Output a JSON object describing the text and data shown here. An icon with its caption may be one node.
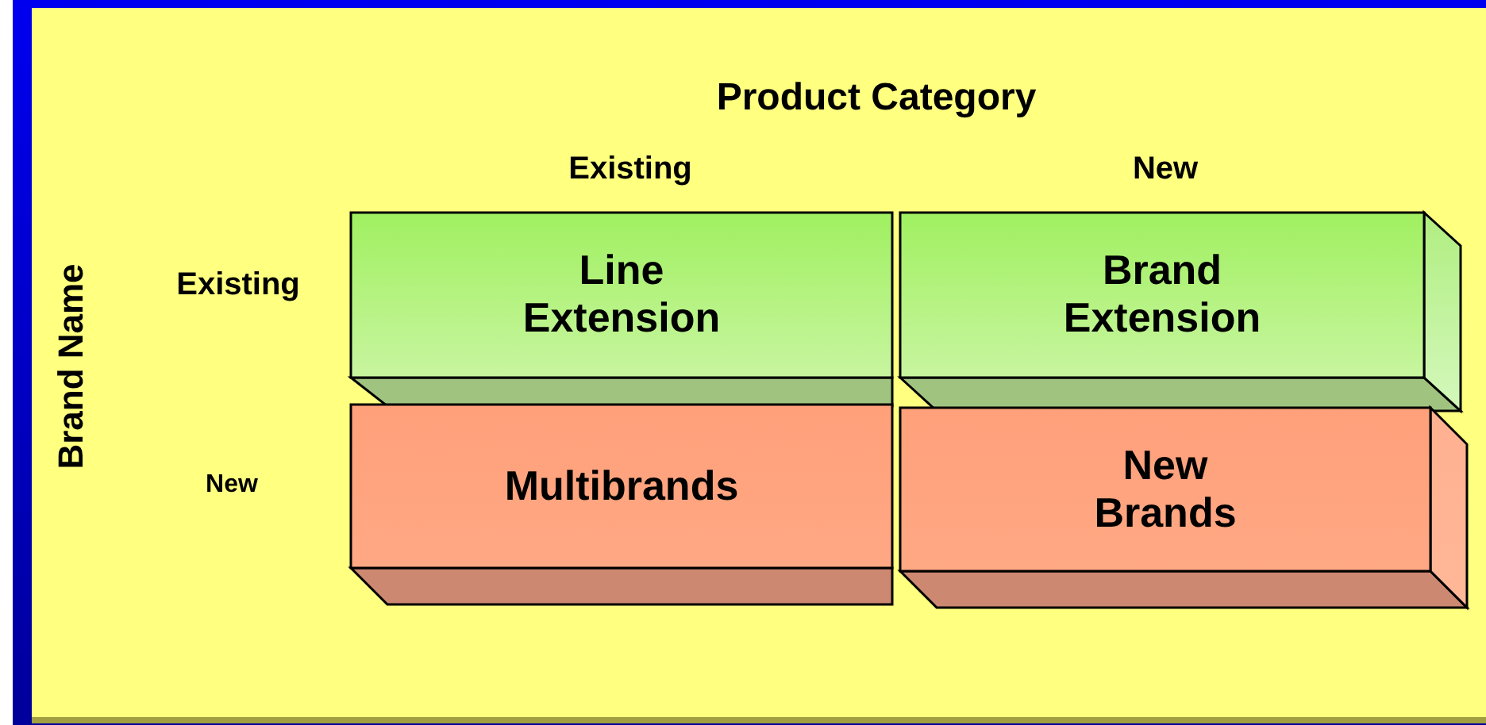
{
  "diagram": {
    "nodes": [
      {
        "text": [
          "Line Extension"
        ]
      },
      {
        "text": [
          "Brand Extension"
        ]
      },
      {
        "text": [
          "Multibrands"
        ]
      },
      {
        "text": [
          "New Brands"
        ]
      }
    ],
    "labels": [
      "Product Category",
      "Existing",
      "New",
      "Brand Name",
      "Existing",
      "New"
    ]
  }
}
